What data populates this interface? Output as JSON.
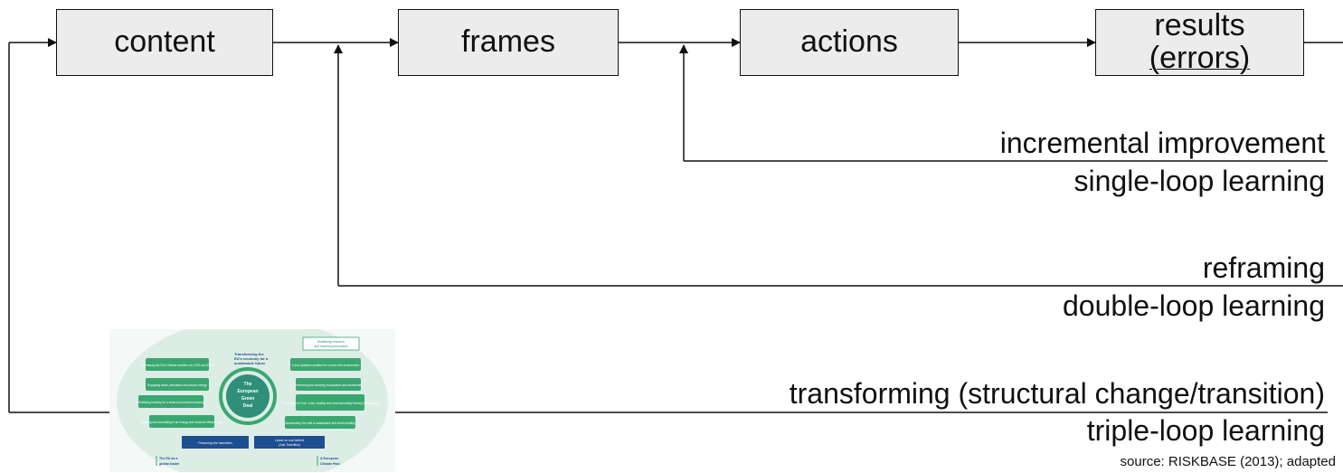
{
  "boxes": {
    "content": "content",
    "frames": "frames",
    "actions": "actions",
    "results_line1": "results",
    "results_line2": "(errors)"
  },
  "loops": {
    "single_upper": "incremental improvement",
    "single_lower": "single-loop learning",
    "double_upper": "reframing",
    "double_lower": "double-loop learning",
    "triple_upper": "transforming (structural change/transition)",
    "triple_lower": "triple-loop learning"
  },
  "source": "source: RISKBASE (2013); adapted",
  "infographic": {
    "center_line1": "The",
    "center_line2": "European",
    "center_line3": "Green",
    "center_line4": "Deal",
    "top_title_line1": "Transforming the",
    "top_title_line2": "EU's economy for a",
    "top_title_line3": "sustainable future",
    "top_right_box_line1": "Mobilising research",
    "top_right_box_line2": "and fostering innovation",
    "left_items": [
      "Increasing the EU's Climate ambition for 2030 and 2050",
      "Supplying clean, affordable and secure energy",
      "Mobilising industry for a clean and circular economy",
      "Building and renovating in an energy and resource efficient way"
    ],
    "right_items": [
      "A zero pollution ambition for a toxic-free environment",
      "Preserving and restoring ecosystems and biodiversity",
      "From 'Farm to Fork': a fair, healthy and environmentally friendly food system",
      "Accelerating the shift to sustainable and smart mobility"
    ],
    "bottom_left_button": "Financing the transition",
    "bottom_right_button_line1": "Leave no one behind",
    "bottom_right_button_line2": "(Just Transition)",
    "footer_left_line1": "The EU as a",
    "footer_left_line2": "global leader",
    "footer_right_line1": "A European",
    "footer_right_line2": "Climate Pact"
  },
  "colors": {
    "box_fill": "#ececec",
    "line": "#111111",
    "infographic_green": "#3aa771",
    "infographic_blue": "#1d4f91",
    "infographic_teal": "#2f8f78"
  }
}
